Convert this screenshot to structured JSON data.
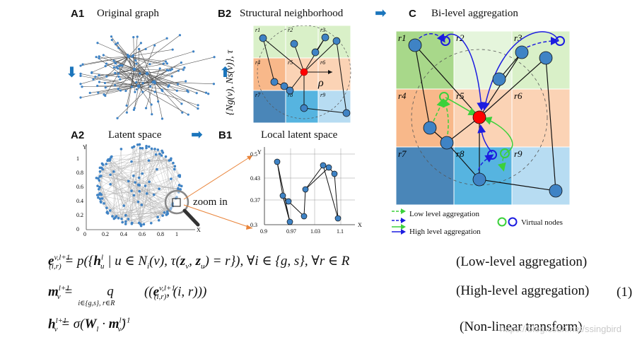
{
  "panels": {
    "a1": {
      "label": "A1",
      "title": "Original graph"
    },
    "a2": {
      "label": "A2",
      "title": "Latent space",
      "zoom_label": "zoom in",
      "xticks": [
        "0",
        "0.2",
        "0.4",
        "0.6",
        "0.8",
        "1"
      ],
      "yticks": [
        "0",
        "0.2",
        "0.4",
        "0.6",
        "0.8",
        "1"
      ],
      "xaxis": "X",
      "yaxis": "Y"
    },
    "b1": {
      "label": "B1",
      "title": "Local latent space",
      "xticks": [
        "0.9",
        "0.97",
        "1.03",
        "1.1"
      ],
      "yticks": [
        "0.3",
        "0.37",
        "0.43",
        "0.5"
      ],
      "xaxis": "X",
      "yaxis": "Y"
    },
    "b2": {
      "label": "B2",
      "title": "Structural neighborhood",
      "rho": "ρ",
      "side_label": "{Ng(v), Ns(v)}, τ",
      "regions": [
        "r1",
        "r2",
        "r3",
        "r4",
        "r5",
        "r6",
        "r7",
        "r8",
        "r9"
      ]
    },
    "c": {
      "label": "C",
      "title": "Bi-level aggregation",
      "regions": [
        "r1",
        "r2",
        "r3",
        "r4",
        "r5",
        "r6",
        "r7",
        "r8",
        "r9"
      ],
      "legend": {
        "low": "Low level aggregation",
        "high": "High level aggregation",
        "virtual": "Virtual nodes"
      }
    }
  },
  "equations": [
    {
      "lhs": "e(i,r)v,l+1",
      "rhs": "= p({hul | u ∈ Ni(v), τ(zv, zu) = r}), ∀i ∈ {g, s}, ∀r ∈ R",
      "name": "(Low-level aggregation)",
      "number": ""
    },
    {
      "lhs": "mvl+1",
      "rhs": "= q ((e(i,r)v,l+1, (i, r)))",
      "sub": "i∈{g,s}, r∈R",
      "name": "(High-level aggregation)",
      "number": "(1)"
    },
    {
      "lhs": "hvl+1",
      "rhs": "= σ(Wl · mvl+1)",
      "name": "(Non-linear transform)",
      "number": ""
    }
  ],
  "watermark": "https://blog.csdn.net/ssingbird",
  "colors": {
    "node": "#3f83c5",
    "center": "#ff0000",
    "low": "#3bd13b",
    "high": "#1c1ce0",
    "green_light": "#d9f0c8",
    "green_mid": "#a8d88a",
    "orange": "#f8b88a",
    "orange_light": "#fbd3b5",
    "teal": "#56b4e0",
    "blue_light": "#b7dcf2",
    "steel": "#4a86b8"
  }
}
